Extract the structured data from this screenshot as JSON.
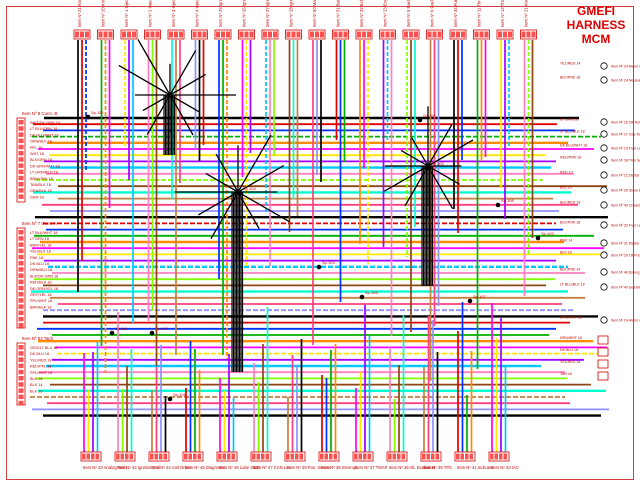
{
  "title": [
    "GMEFI",
    "HARNESS",
    "MCM"
  ],
  "colors": {
    "frame": "#d04040",
    "title": "#e00000",
    "pin_fill": "#ff5050",
    "connector_stroke": "#d00000",
    "label": "#c00000"
  },
  "wire_palette": [
    "#000000",
    "#e00000",
    "#0030ff",
    "#00b000",
    "#ff8c00",
    "#ff00ff",
    "#ffe600",
    "#a000ff",
    "#00c8ff",
    "#ff80c0",
    "#80ff00",
    "#8b4513",
    "#00ffd0",
    "#c08040",
    "#ff4080",
    "#9090ff"
  ],
  "top_items": [
    "Item Nº 21 Knock Grd",
    "Item Nº 20 Knock Sen",
    "Item Nº 1 Injector #2",
    "Item Nº 2 Injector #3",
    "Item Nº 3 Injector #1",
    "Item Nº 4 Injector #4",
    "Item Nº 25 Ignition #1",
    "Item Nº 26 Ignition #2",
    "Item Nº 27 Ignition #3",
    "Item Nº 28 Ignition #4",
    "Item Nº 50 Main Relay",
    "Item Nº 51 Battery Positive",
    "Item Nº 22 Exhaust Temp",
    "Item Nº 23 Engine Coolant",
    "Item Nº 5 Fuel Pump",
    "Item Nº 6 Fuel Pres",
    "Item Nº 34 Fuel Pump Rly",
    "Item Nº 11 Throttle Pos",
    "Item Nº 12 Throttle Act"
  ],
  "left_items": [
    "Item Nº 8 Conn. B",
    "Item Nº 7 Conn. A",
    "Item Nº 53 Tach"
  ],
  "right_items": [
    "Item Nº 24 Alarm Output",
    "Item Nº 24 Neutral Switch",
    "Item Nº 16 Oil Temp",
    "Item Nº 17 Gas Temp",
    "Item Nº 19 Fuel Level",
    "Item Nº 18 Trim Sender",
    "Item Nº 22 Digital Oil Pressure",
    "Item Nº 30 Slave Power",
    "Item Nº 40 Chassis GND",
    "Item Nº 32 Fuel Level",
    "Item Nº 31 Digital Fan",
    "Item Nº 29 Oil Pressure",
    "Item Nº 48 Emerg Stop",
    "Item Nº 49 Sea Water"
  ],
  "bottom_items": [
    "Item Nº 43 Analog Tach",
    "Item Nº 42 Ignition Coil",
    "Item Nº 44 Coil Driver",
    "Item Nº 45 Diagnostic",
    "Item Nº 46 Lube GND",
    "Item Nº 47 CAN Line",
    "Item Nº 39 Pos. Sensor",
    "Item Nº 38 Interrupt",
    "Item Nº 37 TMAP",
    "Item Nº 36 Alt. Excitation",
    "Item Nº 35 TPS",
    "Item Nº 41 Indicator",
    "Item Nº 33 IAC"
  ],
  "splices": [
    "Sp.110",
    "Sp.101",
    "Sp.104",
    "Sp.103",
    "Sp.105",
    "Sp.106",
    "Sp.107",
    "Sp.108",
    "Sp.112",
    "Sp.109",
    "Sp.114",
    "Sp.102"
  ],
  "wire_labels_left_B": [
    "WHT/DK GRN 18",
    "LT BLU/ORN 18",
    "DK BLU/WHT 18",
    "ORN/BLK 18",
    "PPL 18",
    "WHT 18",
    "BLK/ORN 18",
    "DK GRN/WHT 18",
    "LT GRN/RED 18",
    "BRN/ORN 18",
    "TAN/BLK 18",
    "GRA/BLK 18",
    "GRN 18"
  ],
  "wire_labels_left_A": [
    "LT BLU/WHT 18",
    "LT GRN 18",
    "BRN/YEL 18",
    "YEL/BLK 18",
    "PNK 18",
    "DK BLU 18",
    "ORN/BLU 18",
    "BLK/DK GRN 18",
    "RED/BLK 18",
    "DK GRN/YEL 18",
    "GRY/YEL 18",
    "PPL/WHT 18",
    "BRN/BLK 18"
  ],
  "wire_labels_left_tach": [
    "ORG/LT BLU 18",
    "DK BLU 18",
    "YEL/RED 18",
    "RED/PPL 18",
    "PPL/WHT 14",
    "BLK 18",
    "BLK 14",
    "BLK 16"
  ],
  "wire_labels_right": [
    "YEL/RED 14",
    "BLK/PNK 18",
    "LT GRN 18",
    "LT BLU/BLK 18",
    "DK BLU/WHT 18",
    "RED/PNK 18",
    "RED 10",
    "BLK 10",
    "BLK/RED 18",
    "BLK/PNK 18",
    "PNK 14",
    "BLK 16",
    "BLK/PNK 14",
    "LT BLU/BLK 18",
    "DRN/WHT 18",
    "DK BLU 18",
    "YEL/RED 18",
    "TAN 18"
  ]
}
